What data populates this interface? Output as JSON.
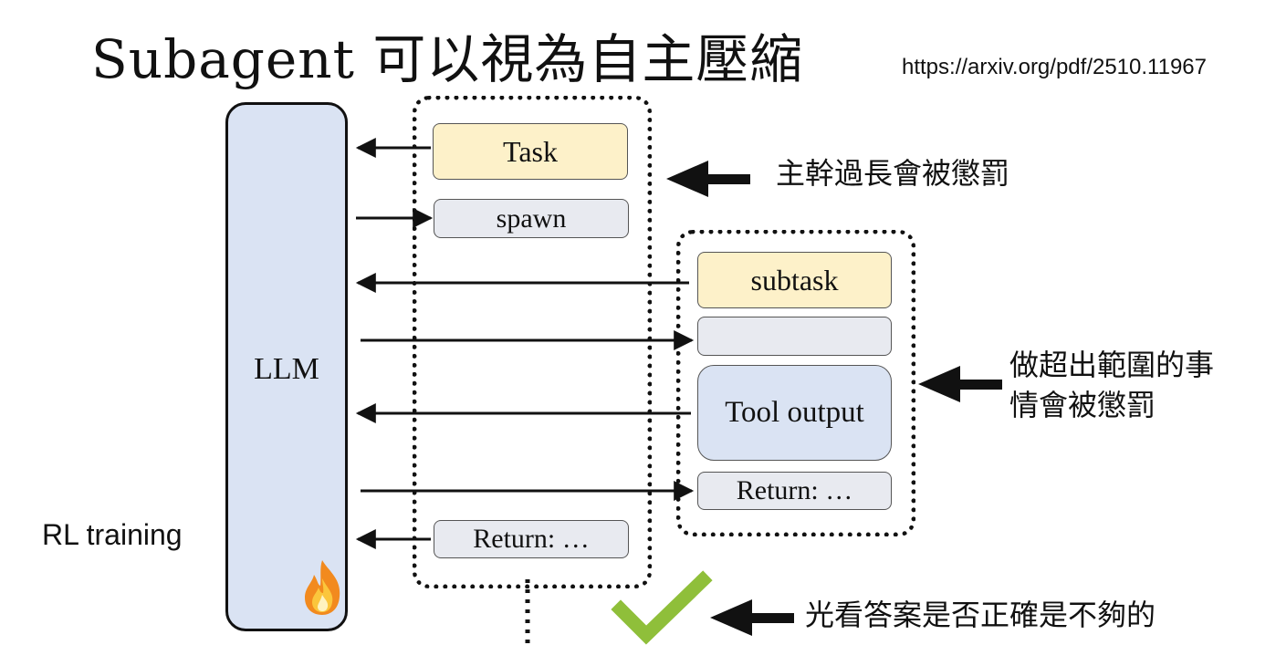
{
  "title": "Subagent 可以視為自主壓縮",
  "url": "https://arxiv.org/pdf/2510.11967",
  "llm_label": "LLM",
  "rl_label": "RL training",
  "boxes": {
    "task": "Task",
    "spawn": "spawn",
    "subtask": "subtask",
    "empty": "",
    "tool_output": "Tool output",
    "return_inner": "Return: …",
    "return_outer": "Return: …"
  },
  "notes": {
    "main_too_long": "主幹過長會被懲罰",
    "out_of_scope_line1": "做超出範圍的事",
    "out_of_scope_line2": "情會被懲罰",
    "answer_not_enough": "光看答案是否正確是不夠的"
  },
  "icons": {
    "fire": "fire-icon",
    "check": "checkmark-icon"
  },
  "colors": {
    "llm_fill": "#dae3f3",
    "task_fill": "#fdf1c9",
    "neutral_fill": "#e8eaf0",
    "check_green": "#8fbf3a"
  }
}
